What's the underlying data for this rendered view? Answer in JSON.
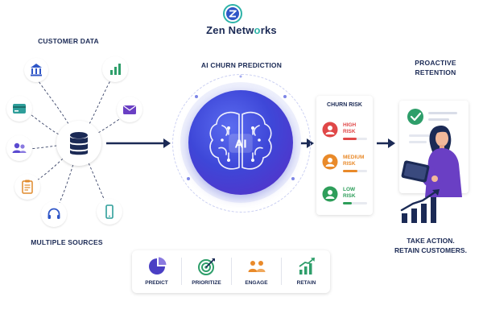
{
  "brand": {
    "name_part1": "Zen Netw",
    "name_accent": "o",
    "name_part2": "rks",
    "logo_icon": "z-logo-icon",
    "logo_color": "#2eb3a8"
  },
  "sections": {
    "customer_data": "CUSTOMER DATA",
    "multiple_sources": "MULTIPLE SOURCES",
    "ai_prediction": "AI CHURN PREDICTION",
    "proactive_line1": "PROACTIVE",
    "proactive_line2": "RETENTION"
  },
  "sources": [
    {
      "icon": "bank-icon",
      "color": "#2f56c7"
    },
    {
      "icon": "bar-chart-icon",
      "color": "#2e9e6a"
    },
    {
      "icon": "credit-card-icon",
      "color": "#2e9e9a"
    },
    {
      "icon": "mail-icon",
      "color": "#6a3fc4"
    },
    {
      "icon": "users-icon",
      "color": "#5a4ad0"
    },
    {
      "icon": "clipboard-icon",
      "color": "#e08a2c"
    },
    {
      "icon": "headset-icon",
      "color": "#2f56c7"
    },
    {
      "icon": "smartphone-icon",
      "color": "#2e9e9a"
    }
  ],
  "center": {
    "database_icon": "database-icon",
    "ai_label": "AI",
    "brain_icon": "brain-icon"
  },
  "churn": {
    "title": "CHURN RISK",
    "levels": [
      {
        "line1": "HIGH",
        "line2": "RISK",
        "color": "#e04848",
        "level": 0.55
      },
      {
        "line1": "MEDIUM",
        "line2": "RISK",
        "color": "#e98a2a",
        "level": 0.6
      },
      {
        "line1": "LOW",
        "line2": "RISK",
        "color": "#2e9e5a",
        "level": 0.35
      }
    ]
  },
  "retention": {
    "check_icon": "check-icon",
    "person_icon": "person-with-tablet-icon",
    "growth_icon": "growth-chart-icon",
    "take_action_line1": "TAKE ACTION.",
    "take_action_line2": "RETAIN CUSTOMERS."
  },
  "steps": [
    {
      "label": "PREDICT",
      "icon": "pie-chart-icon",
      "color": "#4a3fc4"
    },
    {
      "label": "PRIORITIZE",
      "icon": "target-icon",
      "color": "#2e9e6a"
    },
    {
      "label": "ENGAGE",
      "icon": "users-icon",
      "color": "#e98a2a"
    },
    {
      "label": "RETAIN",
      "icon": "growth-chart-icon",
      "color": "#2e9e6a"
    }
  ],
  "colors": {
    "navy": "#1b2a55",
    "ai_gradient_start": "#5b6cf0",
    "ai_gradient_end": "#5a2cc4"
  }
}
